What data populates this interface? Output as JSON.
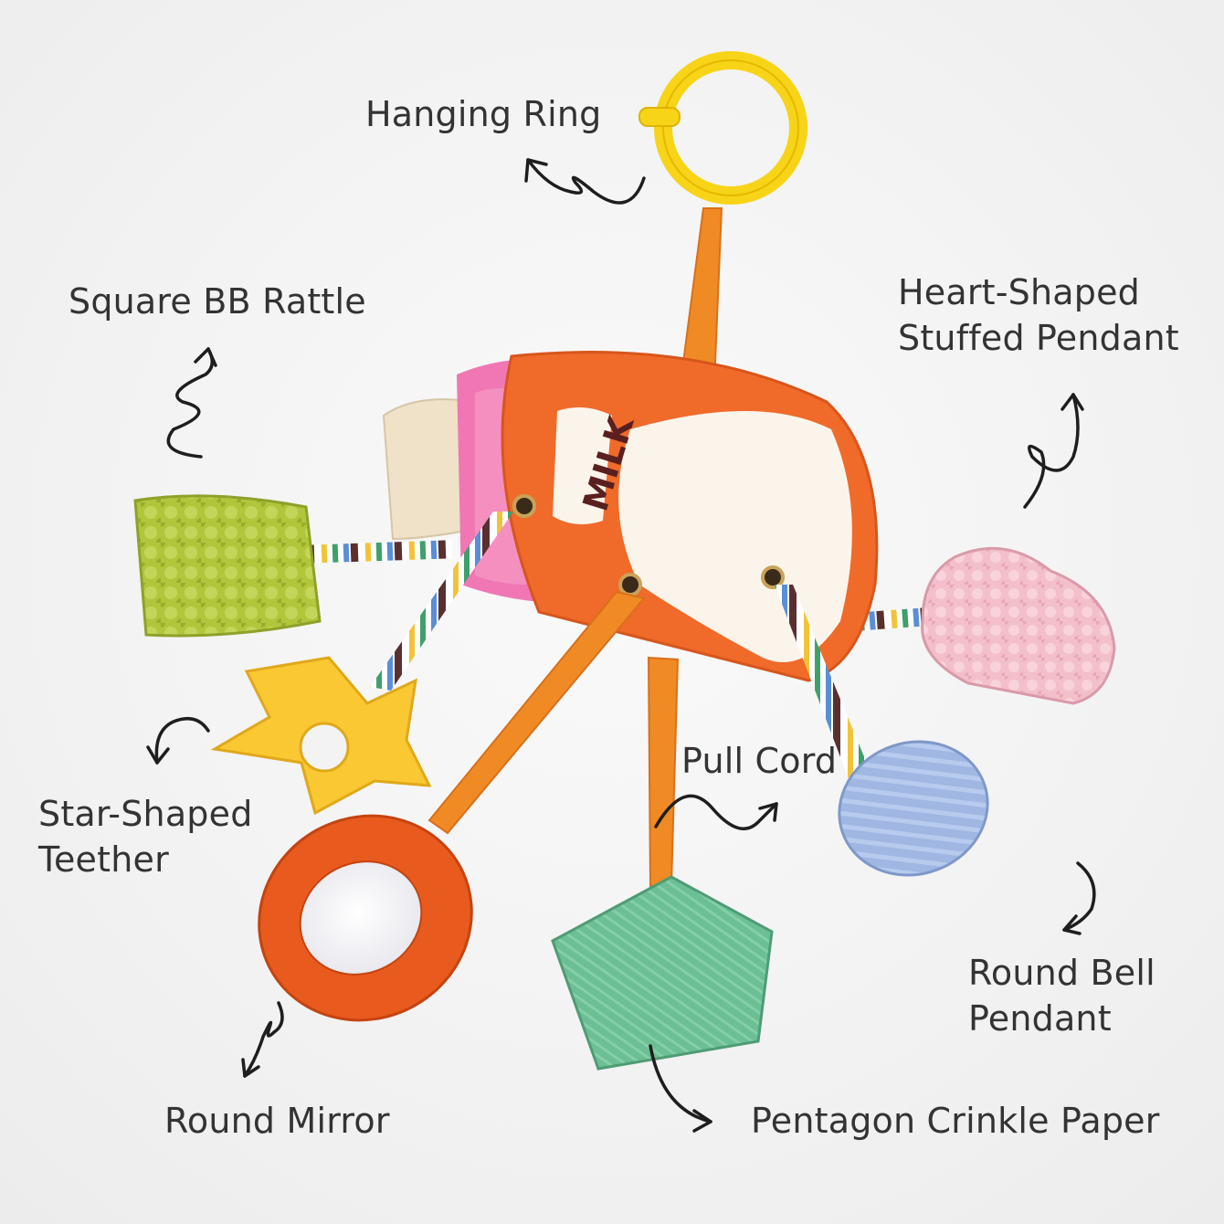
{
  "labels": {
    "hanging_ring": "Hanging Ring",
    "square_bb_rattle": "Square BB Rattle",
    "heart_pendant_line1": "Heart-Shaped",
    "heart_pendant_line2": "Stuffed Pendant",
    "star_teether_line1": "Star-Shaped",
    "star_teether_line2": "Teether",
    "pull_cord": "Pull Cord",
    "round_bell_line1": "Round Bell",
    "round_bell_line2": "Pendant",
    "round_mirror": "Round Mirror",
    "pentagon_crinkle": "Pentagon Crinkle Paper"
  },
  "product": {
    "bottle_text": "MILK"
  },
  "colors": {
    "text": "#333333",
    "ring_yellow": "#f7d417",
    "ribbon_orange": "#f08a24",
    "bottle_orange": "#f06a2a",
    "bottle_pink": "#f077b4",
    "rattle_green": "#b2c63c",
    "heart_pink": "#f3bfca",
    "ball_blue": "#9fb7e2",
    "pentagon_green": "#6cbf94",
    "mirror_orange": "#e85a1e",
    "teether_yellow": "#f9c833"
  }
}
